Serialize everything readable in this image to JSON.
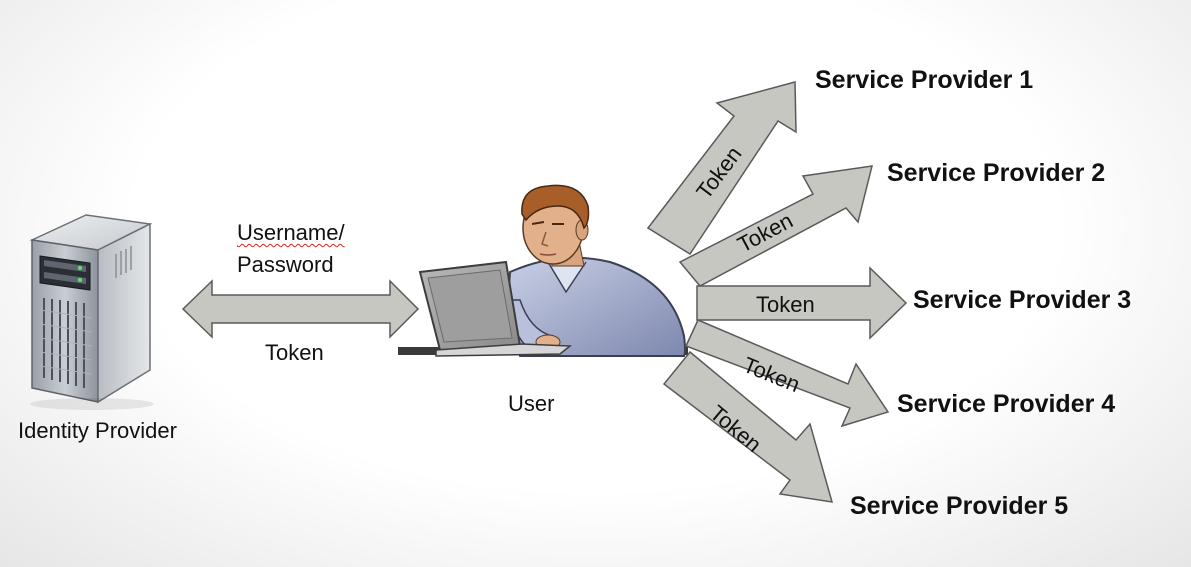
{
  "nodes": {
    "identity_provider": "Identity Provider",
    "user": "User"
  },
  "links": {
    "credentials_line1": "Username/",
    "credentials_line2": "Password",
    "idp_token": "Token"
  },
  "service_providers": [
    {
      "label": "Service Provider 1",
      "token": "Token"
    },
    {
      "label": "Service Provider 2",
      "token": "Token"
    },
    {
      "label": "Service Provider 3",
      "token": "Token"
    },
    {
      "label": "Service Provider 4",
      "token": "Token"
    },
    {
      "label": "Service Provider 5",
      "token": "Token"
    }
  ],
  "colors": {
    "arrow_fill": "#c7c7c2",
    "arrow_stroke": "#5a5a5a",
    "text": "#111111"
  }
}
